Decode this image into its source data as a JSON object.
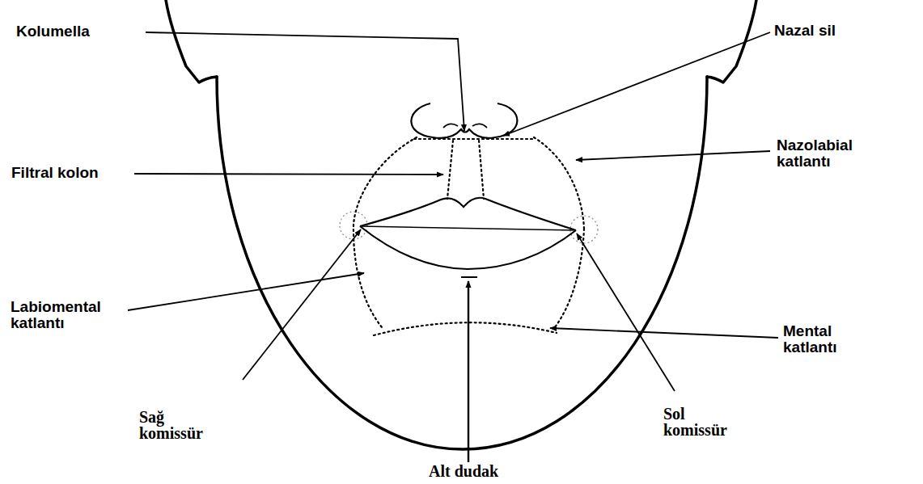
{
  "diagram": {
    "labels": [
      "Kolumella",
      "Nazal sil",
      "Filtral kolon",
      "Nazolabial katlantı",
      "Labiomental katlantı",
      "Mental katlantı",
      "Sağ komissür",
      "Sol komissür",
      "Alt dudak"
    ]
  }
}
